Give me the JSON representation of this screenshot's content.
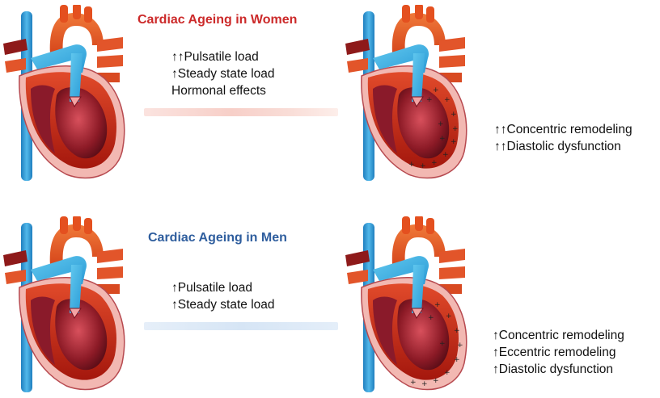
{
  "women": {
    "title": "Cardiac Ageing in Women",
    "causes": [
      "↑↑Pulsatile load",
      "↑Steady state load",
      "Hormonal effects"
    ],
    "effects": [
      "↑↑Concentric remodeling",
      "↑↑Diastolic dysfunction"
    ]
  },
  "men": {
    "title": "Cardiac Ageing in  Men",
    "causes": [
      "↑Pulsatile load",
      "↑Steady state load"
    ],
    "effects": [
      "↑Concentric remodeling",
      "↑Eccentric remodeling",
      "↑Diastolic dysfunction"
    ]
  },
  "colors": {
    "women_title": "#cc2a2a",
    "men_title": "#2f5e9e",
    "myocardium": "#c62a17",
    "aorta": "#e5551e",
    "vessel_blue": "#3aa0d8",
    "pericardium": "#f2b8b2"
  },
  "icons": [
    "heart-diagram-icon",
    "plus-marks",
    "arrow-icon"
  ]
}
